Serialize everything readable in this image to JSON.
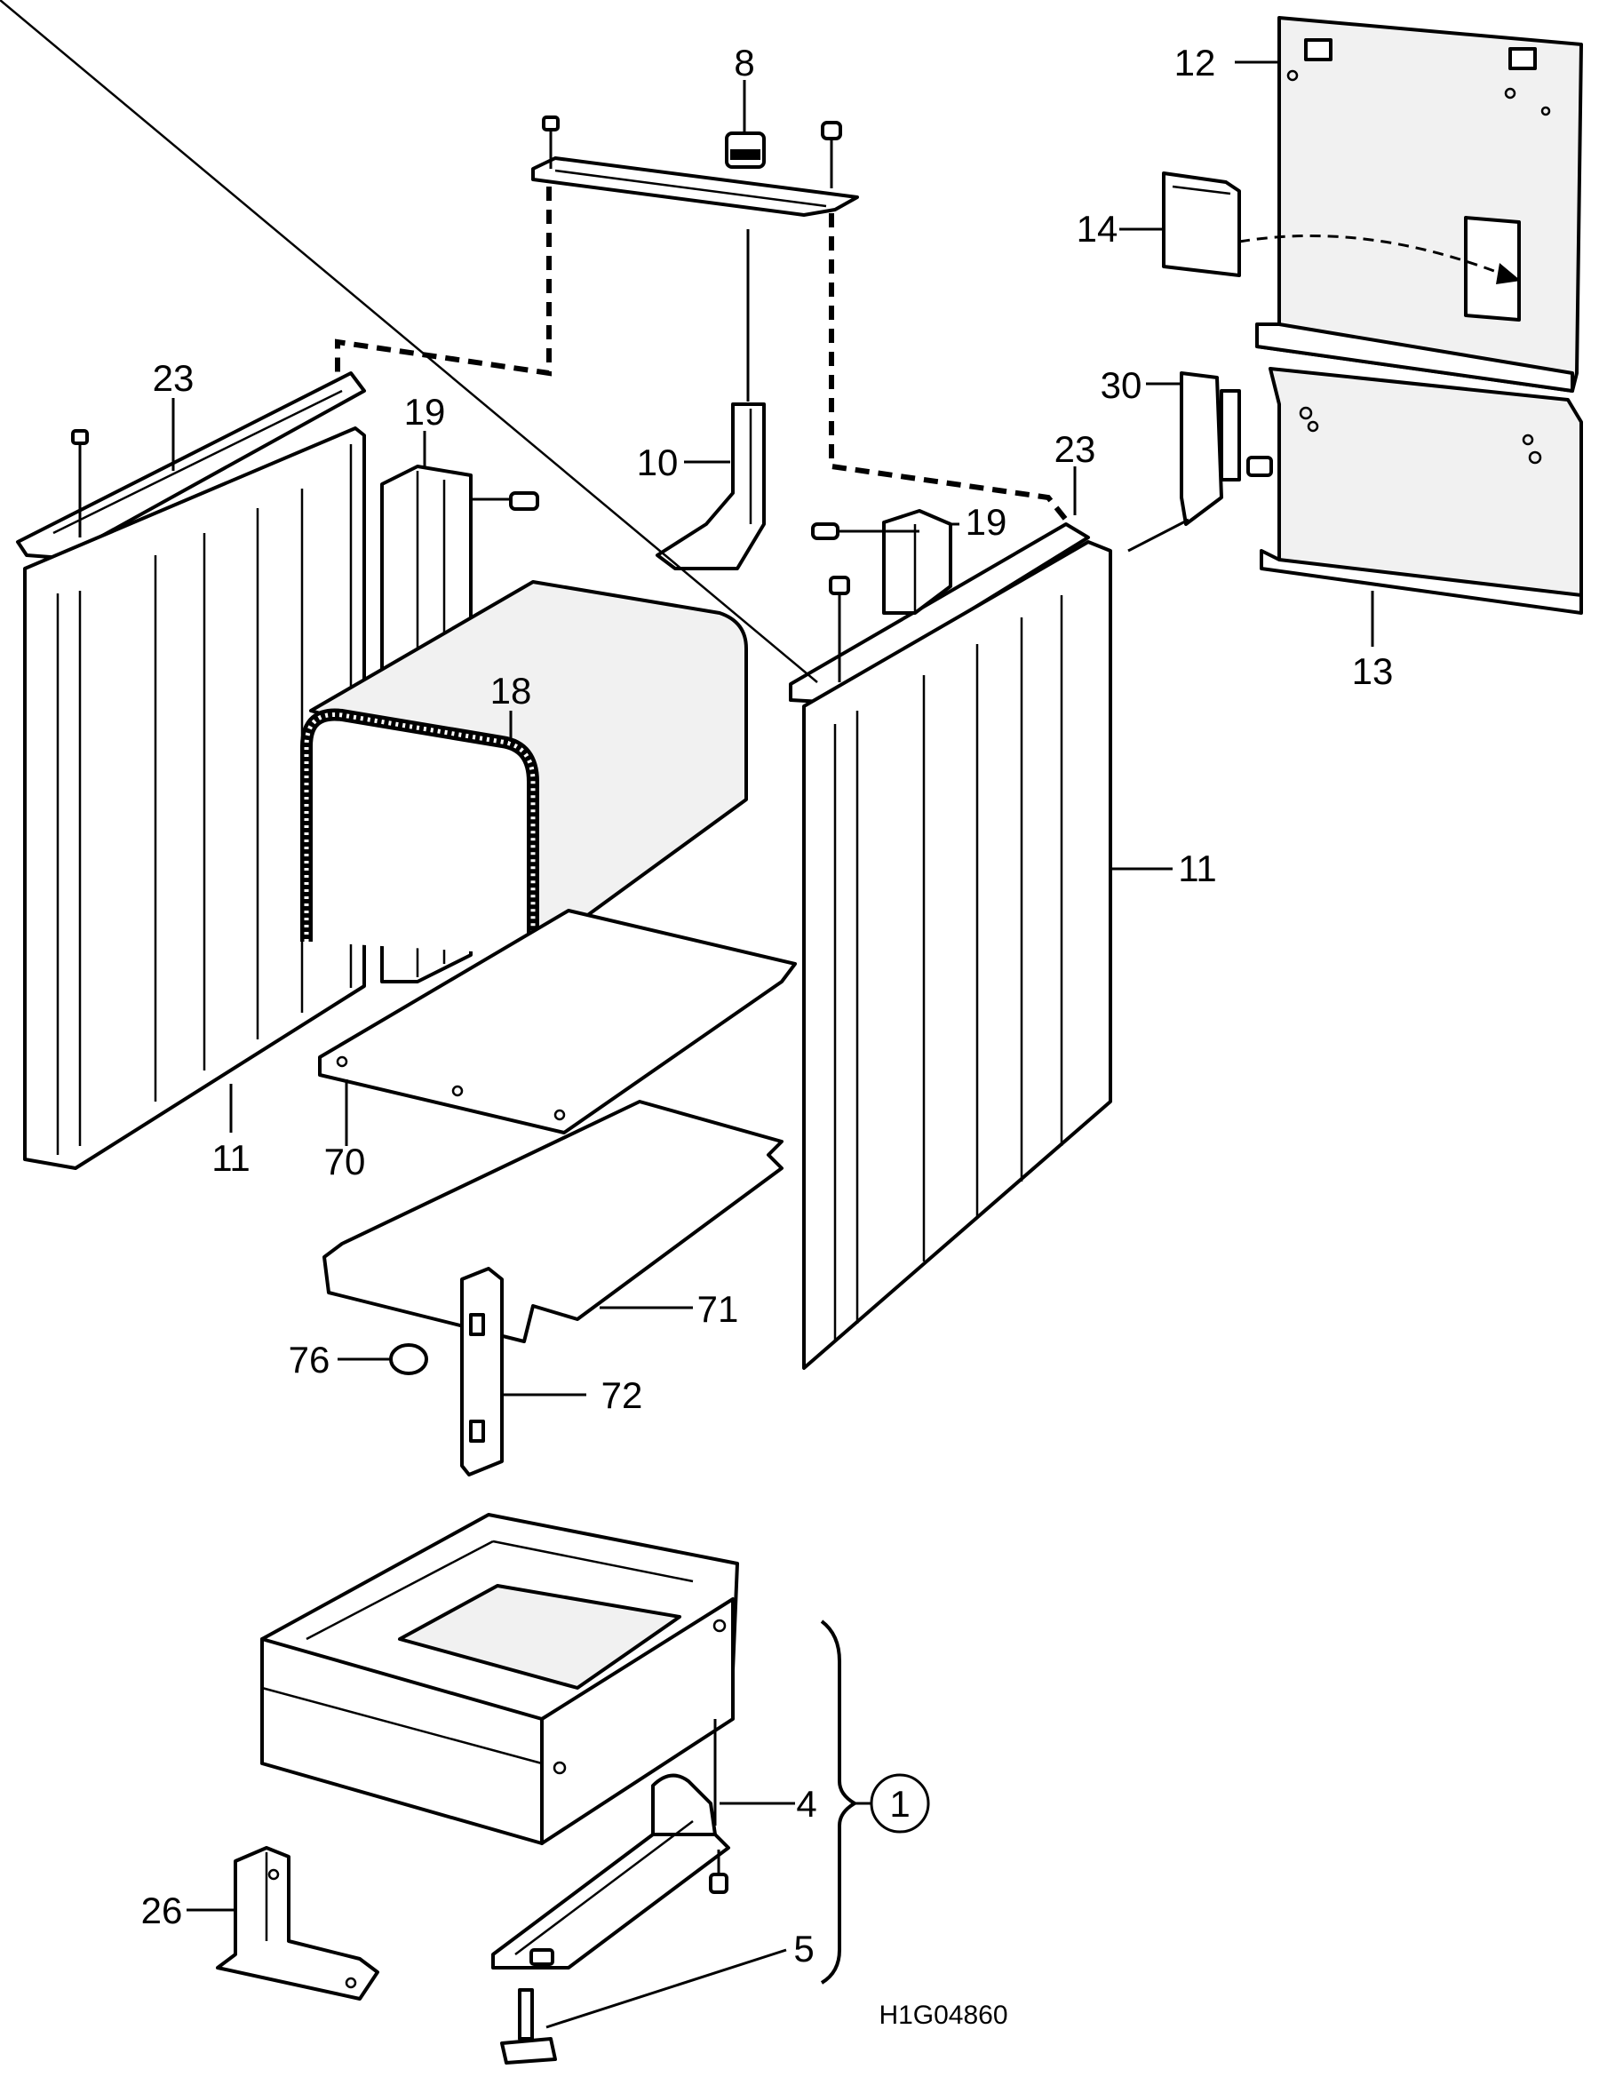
{
  "diagram": {
    "callouts": {
      "c1": "1",
      "c4": "4",
      "c5": "5",
      "c8": "8",
      "c10": "10",
      "c11_left": "11",
      "c11_right": "11",
      "c12": "12",
      "c13": "13",
      "c14": "14",
      "c18": "18",
      "c19_left": "19",
      "c19_right": "19",
      "c23_left": "23",
      "c23_right": "23",
      "c26": "26",
      "c30": "30",
      "c70": "70",
      "c71": "71",
      "c72": "72",
      "c76": "76"
    },
    "drawing_code": "H1G04860"
  }
}
